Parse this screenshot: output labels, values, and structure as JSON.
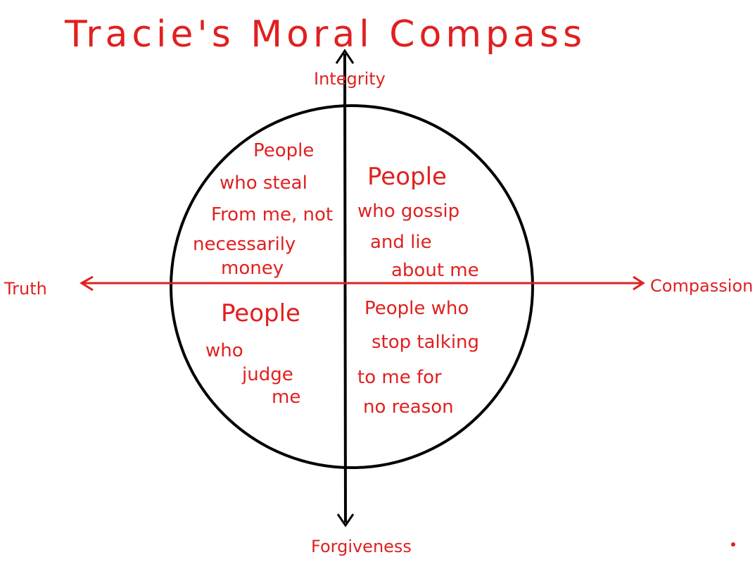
{
  "title": "Tracie's Moral Compass",
  "axes": {
    "top": "Integrity",
    "bottom": "Forgiveness",
    "left": "Truth",
    "right": "Compassion"
  },
  "quadrants": {
    "top_left": [
      "People",
      "who steal",
      "From me, not",
      "necessarily",
      "money"
    ],
    "top_right": [
      "People",
      "who gossip",
      "and lie",
      "about me"
    ],
    "bottom_left": [
      "People",
      "who",
      "judge",
      "me"
    ],
    "bottom_right": [
      "People who",
      "stop talking",
      "to me for",
      "no reason"
    ]
  },
  "colors": {
    "ink_red": "#e02020",
    "ink_black": "#000000",
    "background": "#ffffff"
  }
}
